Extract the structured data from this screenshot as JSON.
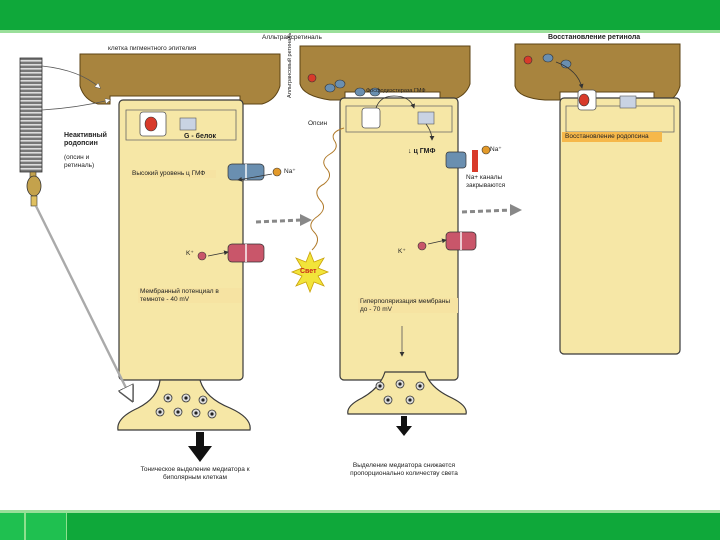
{
  "title_top": "Алльтрансретиналь",
  "title_top2": "Восстановление ретинола",
  "labels": {
    "pigment_epithelium": "клетка пигментного эпителия",
    "all_trans_retinal_vertical": "Алльтрансовый ретиналь",
    "inactive_rhodopsin": "Неактивный родопсин",
    "opsin_retinal": "(опсин и ретиналь)",
    "g_protein": "G - белок",
    "high_cgmp": "Высокий уровень ц ГМФ",
    "na": "Na⁺",
    "k_left": "K⁺",
    "membrane_dark": "Мембранный потенциал в темноте - 40 mV",
    "light": "Свет",
    "pde_activation": "Фосфодиэстераза ГМФ",
    "opsin": "Опсин",
    "cgmp_down": "↓ ц ГМФ",
    "na_mid": "Na⁺",
    "na_channels_close": "Na+ каналы закрываются",
    "k_mid": "K⁺",
    "hyperpolarization": "Гиперполяризация мембраны до - 70 mV",
    "rhodopsin_restore": "Восстановление родопсина",
    "tonic_release": "Тоническое выделение медиатора к биполярным клеткам",
    "release_reduced": "Выделение медиатора снижается пропорционально количеству света"
  },
  "colors": {
    "green_band": "#0fa83a",
    "cell_fill": "#f6e7a6",
    "epithelium": "#a8843e",
    "outline": "#3a3a3a"
  }
}
